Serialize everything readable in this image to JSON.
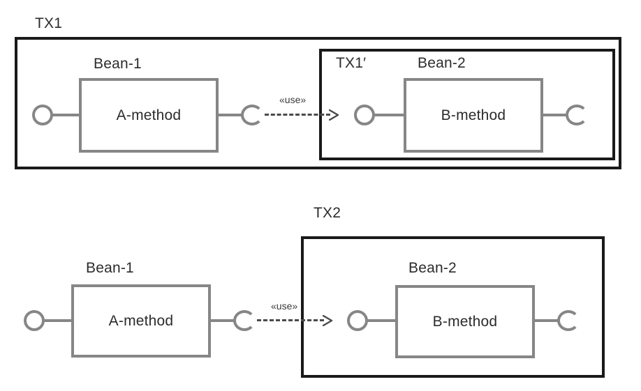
{
  "diagram": {
    "title_top": "TX1",
    "title_bottom": "TX2",
    "scenarios": [
      {
        "name": "top",
        "outer_boundary_label": "TX1",
        "inner_boundary_label": "TX1′",
        "components": [
          {
            "stereotype_label": "Bean-1",
            "method_label": "A-method",
            "provided_interface": "lollipop-icon",
            "required_interface": "socket-icon"
          },
          {
            "stereotype_label": "Bean-2",
            "method_label": "B-method",
            "provided_interface": "lollipop-icon",
            "required_interface": "socket-icon"
          }
        ],
        "dependency": {
          "stereotype": "«use»",
          "style": "dashed-arrow"
        }
      },
      {
        "name": "bottom",
        "outer_boundary_label": "",
        "inner_boundary_label": "TX2",
        "components": [
          {
            "stereotype_label": "Bean-1",
            "method_label": "A-method",
            "provided_interface": "lollipop-icon",
            "required_interface": "socket-icon"
          },
          {
            "stereotype_label": "Bean-2",
            "method_label": "B-method",
            "provided_interface": "lollipop-icon",
            "required_interface": "socket-icon"
          }
        ],
        "dependency": {
          "stereotype": "«use»",
          "style": "dashed-arrow"
        }
      }
    ],
    "colors": {
      "boundary_stroke": "#1a1a1a",
      "component_stroke": "#868686",
      "text": "#2b2b2b",
      "dependency_stroke": "#4a4a4a",
      "background": "#ffffff"
    }
  }
}
